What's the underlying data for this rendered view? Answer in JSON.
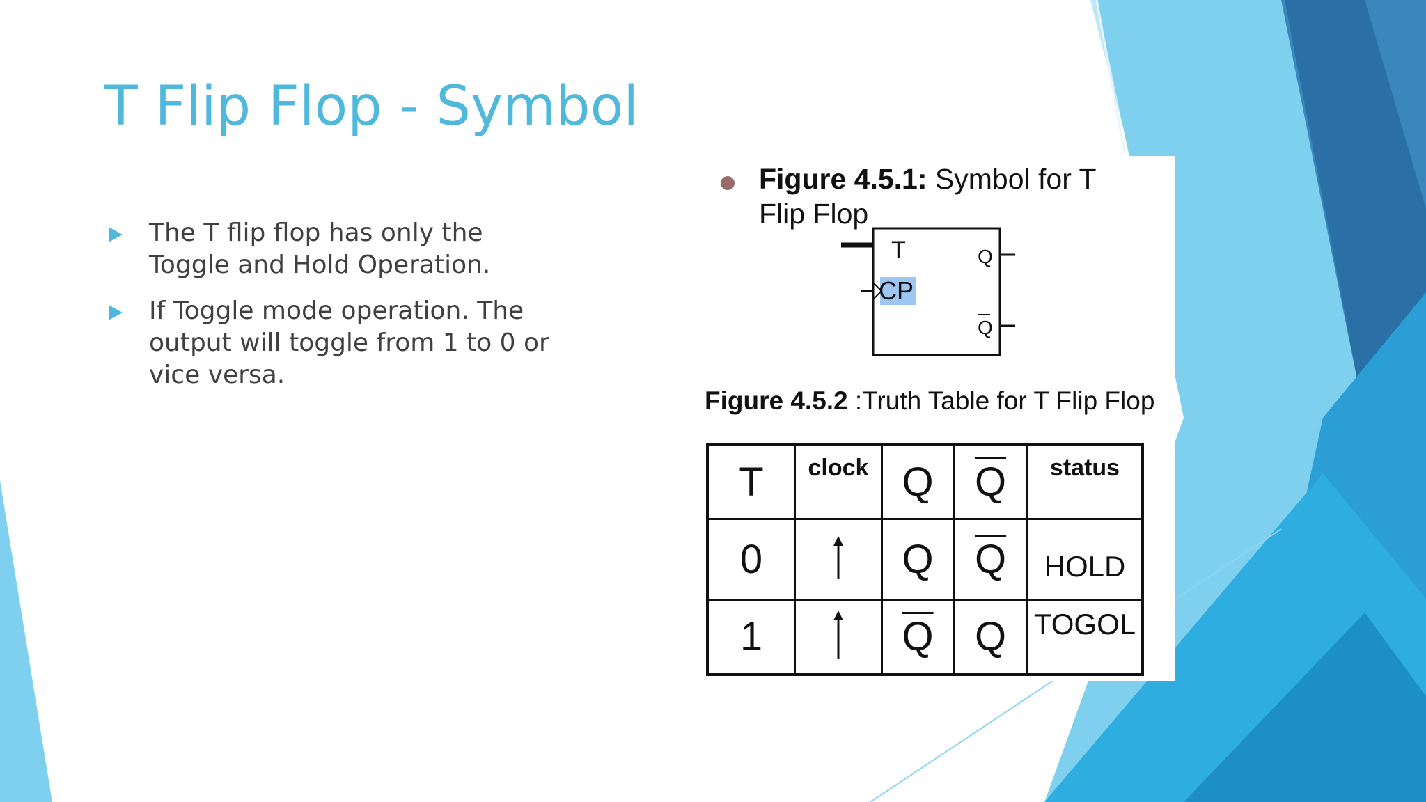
{
  "title": "T Flip Flop - Symbol",
  "bullets": [
    "The T flip flop has only the Toggle and Hold Operation.",
    "If Toggle mode operation. The output will toggle from 1 to 0 or vice versa."
  ],
  "figure1": {
    "label": "Figure 4.5.1:",
    "text": " Symbol for T Flip Flop",
    "symbol": {
      "input_t": "T",
      "input_clock": "CP",
      "output_q": "Q",
      "output_q_bar": "Q"
    }
  },
  "figure2": {
    "label": "Figure 4.5.2",
    "text": " :Truth Table for T Flip Flop"
  },
  "truth_table": {
    "headers": [
      "T",
      "clock",
      "Q",
      "Q",
      "status"
    ],
    "rows": [
      {
        "t": "0",
        "q": "Q",
        "q_bar": "Q",
        "status": "HOLD"
      },
      {
        "t": "1",
        "q": "Q",
        "q_bar": "Q",
        "status": "TOGOL"
      }
    ]
  },
  "colors": {
    "title": "#4fb8db",
    "accent_light": "#7fd0ee",
    "accent_mid": "#2eaee0",
    "accent_dark": "#2a6fa6"
  }
}
